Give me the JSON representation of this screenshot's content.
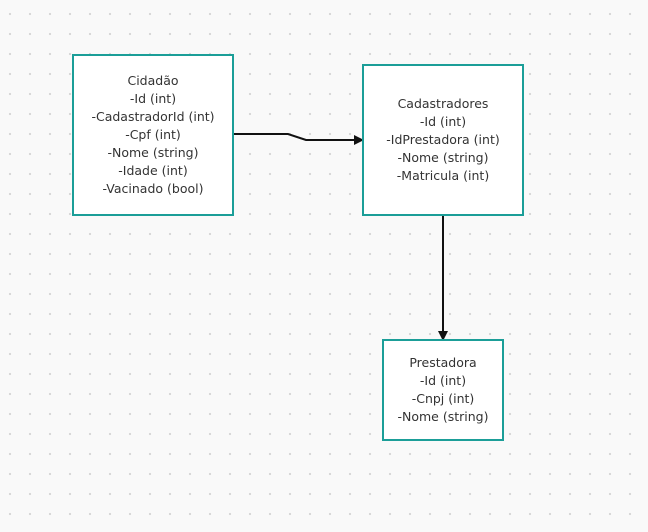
{
  "entities": {
    "cidadao": {
      "title": "Cidadão",
      "fields": [
        "-Id (int)",
        "-CadastradorId (int)",
        "-Cpf (int)",
        "-Nome (string)",
        "-Idade (int)",
        "-Vacinado (bool)"
      ]
    },
    "cadastradores": {
      "title": "Cadastradores",
      "fields": [
        "-Id (int)",
        "-IdPrestadora (int)",
        "-Nome (string)",
        "-Matricula (int)"
      ]
    },
    "prestadora": {
      "title": "Prestadora",
      "fields": [
        "-Id (int)",
        "-Cnpj (int)",
        "-Nome (string)"
      ]
    }
  },
  "colors": {
    "border": "#1b9e98",
    "connector": "#111111",
    "text": "#333333",
    "background": "#f9f9f9"
  }
}
